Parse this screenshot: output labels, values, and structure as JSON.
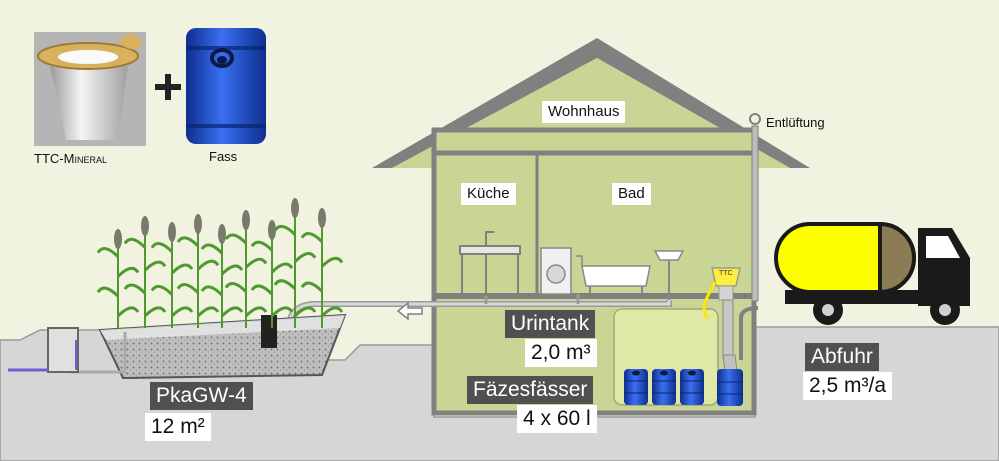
{
  "labels": {
    "ttc_prefix": "TTC-",
    "ttc_rest": "Mineral",
    "plus": "+",
    "fass": "Fass",
    "wohnhaus": "Wohnhaus",
    "entlueftung": "Entlüftung",
    "kueche": "Küche",
    "bad": "Bad",
    "ttc_small": "TTC",
    "urintank": "Urintank",
    "urintank_volume": "2,0 m³",
    "faezesfaesser": "Fäzesfässer",
    "faezes_volume": "4 x 60 l",
    "pkagw": "PkaGW-4",
    "pkagw_area": "12 m²",
    "abfuhr": "Abfuhr",
    "abfuhr_volume": "2,5 m³/a"
  },
  "colors": {
    "background": "#f2f2e0",
    "ground": "#d6d6d6",
    "house_interior": "#c9d595",
    "house_frame": "#808080",
    "tank_yellow": "#ffff00",
    "barrel_blue": "#1f4fd0",
    "truck_black": "#1a1a1a",
    "plant_green": "#4e9a2f",
    "label_dark": "#505050"
  }
}
